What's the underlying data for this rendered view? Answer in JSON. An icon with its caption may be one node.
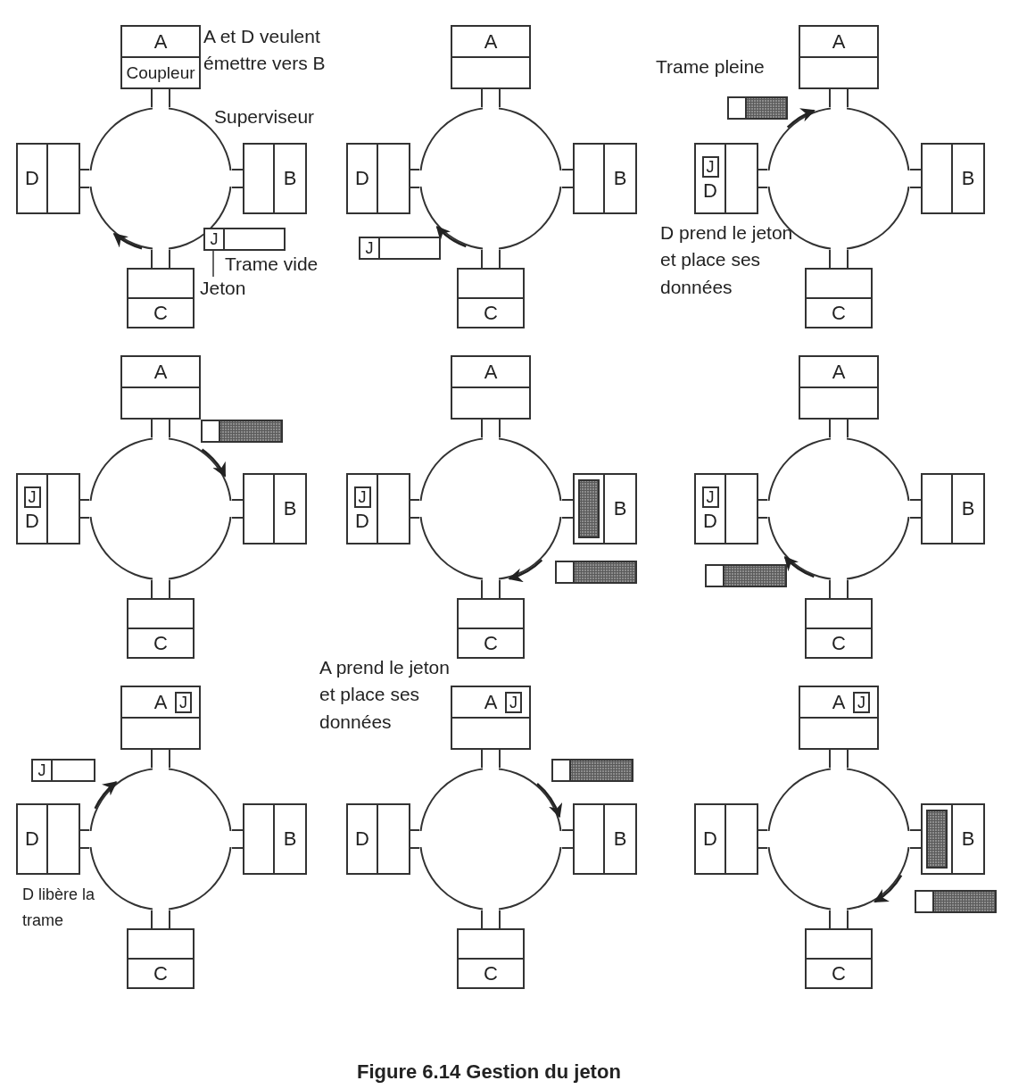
{
  "diagram": {
    "caption": "Figure 6.14 Gestion du jeton",
    "nodes": [
      {
        "text": [
          "A",
          "Coupleur"
        ]
      },
      {
        "text": [
          "D"
        ]
      },
      {
        "text": [],
        "shape": "circle"
      },
      {
        "text": [
          "B"
        ]
      },
      {
        "text": [
          "J"
        ],
        "beside": [
          "Trame vide"
        ]
      },
      {
        "text": [
          "Jeton"
        ]
      },
      {
        "text": [
          "C"
        ]
      },
      {
        "text": [
          "A"
        ]
      },
      {
        "text": [
          "D"
        ]
      },
      {
        "text": [],
        "shape": "circle"
      },
      {
        "text": [
          "B"
        ]
      },
      {
        "text": [
          "J"
        ]
      },
      {
        "text": [
          "C"
        ]
      },
      {
        "text": [
          "A"
        ]
      },
      {
        "text": [
          "D"
        ]
      },
      {
        "text": [
          "J"
        ],
        "in": 14
      },
      {
        "text": [],
        "shape": "circle"
      },
      {
        "text": [],
        "shape": "bar",
        "beside": [
          "Trame pleine"
        ]
      },
      {
        "text": [
          "B"
        ]
      },
      {
        "text": [
          "C"
        ]
      },
      {
        "text": [
          "A"
        ]
      },
      {
        "text": [],
        "shape": "bar"
      },
      {
        "text": [
          "D"
        ]
      },
      {
        "text": [
          "J"
        ],
        "in": 22
      },
      {
        "text": [],
        "shape": "circle"
      },
      {
        "text": [
          "B"
        ]
      },
      {
        "text": [
          "C"
        ]
      },
      {
        "text": [
          "A"
        ]
      },
      {
        "text": [
          "D"
        ]
      },
      {
        "text": [
          "J"
        ],
        "in": 28
      },
      {
        "text": [],
        "shape": "circle"
      },
      {
        "text": [
          "B"
        ]
      },
      {
        "text": [],
        "shape": "bar",
        "in": 31
      },
      {
        "text": [],
        "shape": "bar"
      },
      {
        "text": [
          "C"
        ]
      },
      {
        "text": [
          "A"
        ]
      },
      {
        "text": [
          "D"
        ]
      },
      {
        "text": [
          "J"
        ],
        "in": 36
      },
      {
        "text": [],
        "shape": "circle"
      },
      {
        "text": [
          "B"
        ]
      },
      {
        "text": [],
        "shape": "bar"
      },
      {
        "text": [
          "C"
        ]
      },
      {
        "text": [
          "A"
        ]
      },
      {
        "text": [
          "J"
        ],
        "in": 42
      },
      {
        "text": [
          "J"
        ]
      },
      {
        "text": [
          "D"
        ]
      },
      {
        "text": [],
        "shape": "circle"
      },
      {
        "text": [
          "B"
        ]
      },
      {
        "text": [
          "C"
        ]
      },
      {
        "text": [
          "A"
        ]
      },
      {
        "text": [
          "J"
        ],
        "in": 49
      },
      {
        "text": [],
        "shape": "bar"
      },
      {
        "text": [
          "D"
        ]
      },
      {
        "text": [],
        "shape": "circle"
      },
      {
        "text": [
          "B"
        ]
      },
      {
        "text": [
          "C"
        ]
      },
      {
        "text": [
          "A"
        ]
      },
      {
        "text": [
          "J"
        ],
        "in": 56
      },
      {
        "text": [
          "D"
        ]
      },
      {
        "text": [],
        "shape": "circle"
      },
      {
        "text": [
          "B"
        ]
      },
      {
        "text": [],
        "shape": "bar",
        "in": 60
      },
      {
        "text": [],
        "shape": "bar"
      },
      {
        "text": [
          "C"
        ]
      }
    ],
    "edges": [
      {
        "from": 0,
        "to": 2,
        "arrow": "none"
      },
      {
        "from": 1,
        "to": 2,
        "arrow": "none"
      },
      {
        "from": 2,
        "to": 3,
        "arrow": "none"
      },
      {
        "from": 2,
        "to": 6,
        "arrow": "none"
      },
      {
        "from": 5,
        "to": 4,
        "arrow": "none"
      },
      {
        "from": 7,
        "to": 9,
        "arrow": "none"
      },
      {
        "from": 8,
        "to": 9,
        "arrow": "none"
      },
      {
        "from": 9,
        "to": 10,
        "arrow": "none"
      },
      {
        "from": 9,
        "to": 12,
        "arrow": "none"
      },
      {
        "from": 13,
        "to": 16,
        "arrow": "none"
      },
      {
        "from": 14,
        "to": 16,
        "arrow": "none"
      },
      {
        "from": 16,
        "to": 18,
        "arrow": "none"
      },
      {
        "from": 16,
        "to": 19,
        "arrow": "none"
      },
      {
        "from": 20,
        "to": 24,
        "arrow": "none"
      },
      {
        "from": 22,
        "to": 24,
        "arrow": "none"
      },
      {
        "from": 24,
        "to": 25,
        "arrow": "none"
      },
      {
        "from": 24,
        "to": 26,
        "arrow": "none"
      },
      {
        "from": 27,
        "to": 30,
        "arrow": "none"
      },
      {
        "from": 28,
        "to": 30,
        "arrow": "none"
      },
      {
        "from": 30,
        "to": 31,
        "arrow": "none"
      },
      {
        "from": 30,
        "to": 34,
        "arrow": "none"
      },
      {
        "from": 35,
        "to": 38,
        "arrow": "none"
      },
      {
        "from": 36,
        "to": 38,
        "arrow": "none"
      },
      {
        "from": 38,
        "to": 39,
        "arrow": "none"
      },
      {
        "from": 38,
        "to": 41,
        "arrow": "none"
      },
      {
        "from": 42,
        "to": 46,
        "arrow": "none"
      },
      {
        "from": 45,
        "to": 46,
        "arrow": "none"
      },
      {
        "from": 46,
        "to": 47,
        "arrow": "none"
      },
      {
        "from": 46,
        "to": 48,
        "arrow": "none"
      },
      {
        "from": 49,
        "to": 53,
        "arrow": "none"
      },
      {
        "from": 52,
        "to": 53,
        "arrow": "none"
      },
      {
        "from": 53,
        "to": 54,
        "arrow": "none"
      },
      {
        "from": 53,
        "to": 55,
        "arrow": "none"
      },
      {
        "from": 56,
        "to": 59,
        "arrow": "none"
      },
      {
        "from": 58,
        "to": 59,
        "arrow": "none"
      },
      {
        "from": 59,
        "to": 60,
        "arrow": "none"
      },
      {
        "from": 59,
        "to": 63,
        "arrow": "none"
      }
    ],
    "labels": [
      "A et D veulent émettre vers B",
      "Superviseur",
      "D prend le jeton et place ses données",
      "A prend le jeton et place ses données",
      "D libère la trame"
    ]
  }
}
